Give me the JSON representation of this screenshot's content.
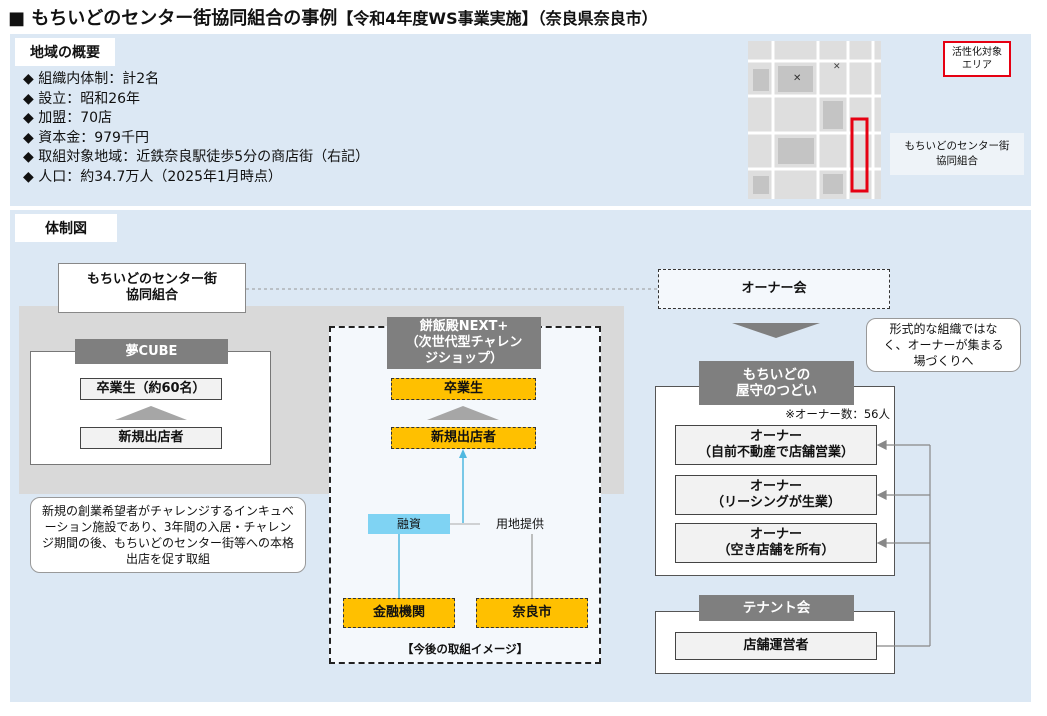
{
  "title": {
    "main": "■ もちいどのセンター街協同組合の事例",
    "sub": "【令和4年度WS事業実施】（奈良県奈良市）"
  },
  "overview": {
    "heading": "地域の概要",
    "items": [
      "◆ 組織内体制：計2名",
      "◆ 設立：昭和26年",
      "◆ 加盟：70店",
      "◆ 資本金：979千円",
      "◆ 取組対象地域：近鉄奈良駅徒歩5分の商店街（右記）",
      "◆ 人口：約34.7万人（2025年1月時点）"
    ],
    "map_legend": "活性化対象\nエリア",
    "map_callout": "もちいどのセンター街\n協同組合"
  },
  "diagram": {
    "heading": "体制図",
    "cooperative": "もちいどのセンター街\n協同組合",
    "yumecube": {
      "header": "夢CUBE",
      "graduates": "卒業生（約60名）",
      "new_stores": "新規出店者",
      "note": "新規の創業希望者がチャレンジするインキュベーション施設であり、3年間の入居・チャレンジ期間の後、もちいどのセンター街等への本格出店を促す取組"
    },
    "next": {
      "header": "餅飯殿NEXT+\n（次世代型チャレン\nジショップ）",
      "graduates": "卒業生",
      "new_stores": "新規出店者",
      "financing": "融資",
      "land": "用地提供",
      "bank": "金融機関",
      "city": "奈良市",
      "caption": "【今後の取組イメージ】"
    },
    "owners_group": "オーナー会",
    "owners_note": "形式的な組織ではなく、オーナーが集まる場づくりへ",
    "tsudoi": {
      "header": "もちいどの\n屋守のつどい",
      "count": "※オーナー数：56人",
      "owners": [
        "オーナー\n（自前不動産で店舗営業）",
        "オーナー\n（リーシングが生業）",
        "オーナー\n（空き店舗を所有）"
      ]
    },
    "tenant": {
      "header": "テナント会",
      "operator": "店舗運営者"
    }
  },
  "colors": {
    "panel": "#dce8f4",
    "orange": "#ffc000",
    "cyan": "#7fd3f3",
    "grey_header": "#7f7f7f",
    "legend_red": "#e60012"
  }
}
